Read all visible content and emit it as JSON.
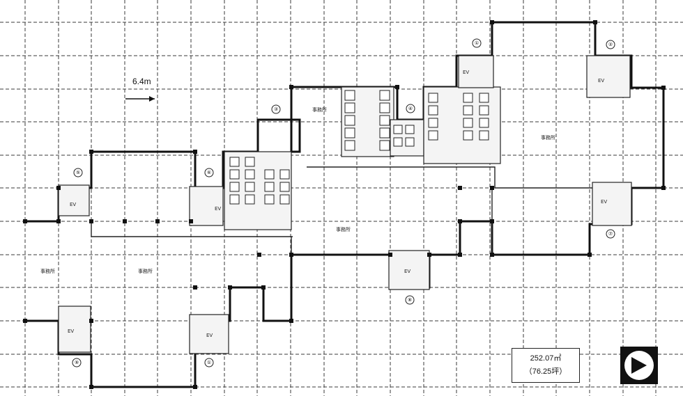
{
  "scale_label": "6.4m",
  "area": {
    "sqm": "252.07㎡",
    "tsubo": "（76.25坪）"
  },
  "room_labels": [
    "EV",
    "EV",
    "EV",
    "EV",
    "EV",
    "EV",
    "EV",
    "EV"
  ],
  "zone_labels": [
    "事務所",
    "事務所",
    "事務所",
    "事務所",
    "事務所"
  ],
  "markers": [
    "①",
    "②",
    "③",
    "④",
    "⑤",
    "⑥",
    "⑦",
    "⑧",
    "⑨"
  ],
  "compass_icon": "north-arrow-icon"
}
